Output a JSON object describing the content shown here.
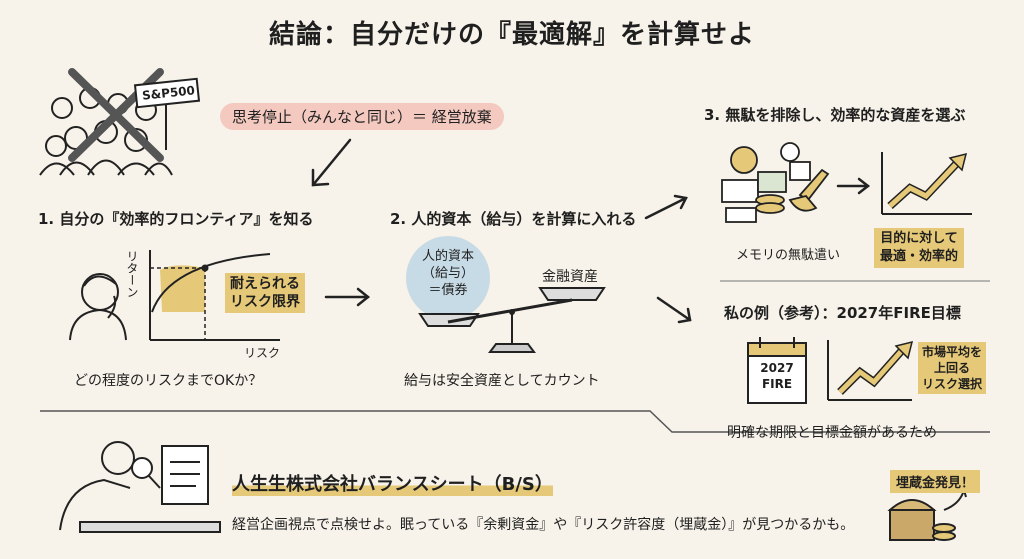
{
  "title": "結論：自分だけの『最適解』を計算せよ",
  "crowd": {
    "sign": "S&P500"
  },
  "thinking_stop": "思考停止（みんなと同じ）＝ 経営放棄",
  "step1": {
    "heading": "1. 自分の『効率的フロンティア』を知る",
    "y_axis": "リターン",
    "x_axis": "リスク",
    "tolerance_label_line1": "耐えられる",
    "tolerance_label_line2": "リスク限界",
    "question": "どの程度のリスクまでOKか？"
  },
  "step2": {
    "heading": "2. 人的資本（給与）を計算に入れる",
    "left_pan_line1": "人的資本",
    "left_pan_line2": "（給与）",
    "left_pan_line3": "＝債券",
    "right_pan": "金融資産",
    "caption": "給与は安全資産としてカウント"
  },
  "step3": {
    "heading": "3. 無駄を排除し、効率的な資産を選ぶ",
    "waste_label": "メモリの無駄遣い",
    "goal_line1": "目的に対して",
    "goal_line2": "最適・効率的"
  },
  "example": {
    "heading": "私の例（参考）：2027年FIRE目標",
    "calendar_line1": "2027",
    "calendar_line2": "FIRE",
    "beat_line1": "市場平均を",
    "beat_line2": "上回る",
    "beat_line3": "リスク選択",
    "caption": "明確な期限と目標金額があるため"
  },
  "balance_sheet": {
    "heading": "人生生株式会社バランスシート（B/S）",
    "body": "経営企画視点で点検せよ。眠っている『余剰資金』や『リスク許容度（埋蔵金）』が見つかるかも。",
    "treasure": "埋蔵金発見！"
  },
  "colors": {
    "gold": "#e6c978",
    "pink": "#f3c9c0",
    "ink": "#1f1f1f",
    "background": "#f7f3ea"
  }
}
